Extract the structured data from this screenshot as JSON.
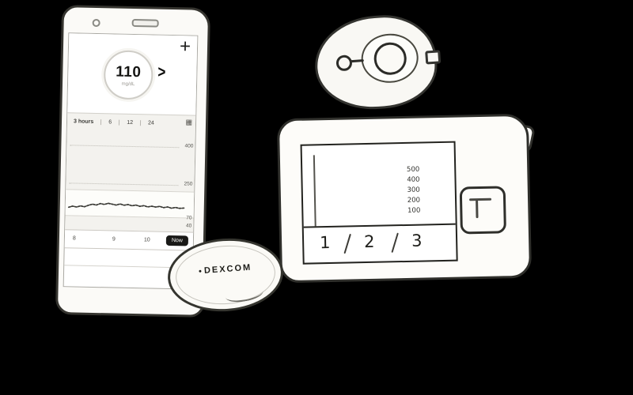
{
  "colors": {
    "background": "#000000",
    "ink": "#2f2f2b",
    "device_fill": "#fbfaf7",
    "now_pill": "#191917"
  },
  "icons": {
    "add": "+",
    "trend_arrow": ">",
    "calendar": "▦",
    "logo_dot": "●"
  },
  "phone_app": {
    "glucose_value": "110",
    "glucose_unit": "mg/dL",
    "time_range_tabs": [
      "3 hours",
      "6",
      "12",
      "24"
    ],
    "y_axis_labels": [
      "400",
      "250",
      "70",
      "40"
    ],
    "x_axis_labels": [
      "8",
      "9",
      "10"
    ],
    "now_label": "Now"
  },
  "receiver": {
    "y_axis_labels": [
      "500",
      "400",
      "300",
      "200",
      "100"
    ],
    "bottom_numbers": [
      "1",
      "2",
      "3"
    ]
  },
  "sensor_pod": {
    "brand": "DEXCOM"
  },
  "chart_data": {
    "type": "line",
    "title": "Glucose trend sketch on phone app",
    "x_tick_labels": [
      "8",
      "9",
      "10"
    ],
    "x_end_label": "Now",
    "y_tick_labels": [
      40,
      70,
      250,
      400
    ],
    "target_band_mgdl": [
      70,
      180
    ],
    "approx_series_mgdl": [
      112,
      118,
      124,
      128,
      126,
      130,
      127,
      124,
      121,
      119,
      117,
      115
    ],
    "current_value_mgdl": 110,
    "grid": "dotted",
    "legend": "none"
  }
}
